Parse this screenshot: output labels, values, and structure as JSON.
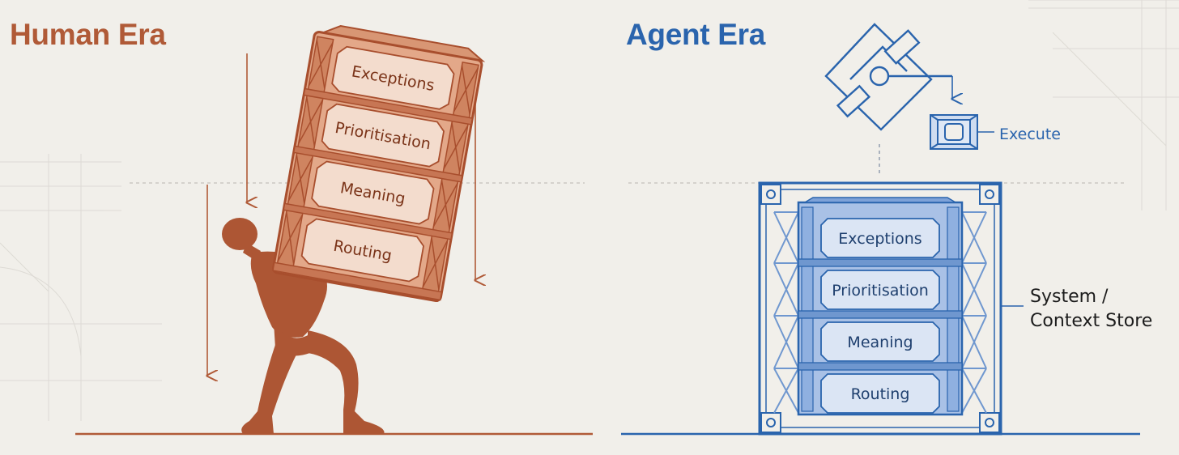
{
  "human_era": {
    "title": "Human Era",
    "color": "#b05a37",
    "blocks": [
      "Exceptions",
      "Prioritisation",
      "Meaning",
      "Routing"
    ]
  },
  "agent_era": {
    "title": "Agent Era",
    "color": "#2a64ad",
    "blocks": [
      "Exceptions",
      "Prioritisation",
      "Meaning",
      "Routing"
    ],
    "execute_label": "Execute",
    "store_label_lines": [
      "System /",
      "Context Store"
    ]
  },
  "icons": [
    "human-figure-icon",
    "stacked-crate-icon",
    "robot-arm-icon",
    "execute-box-icon",
    "rack-frame-icon"
  ]
}
